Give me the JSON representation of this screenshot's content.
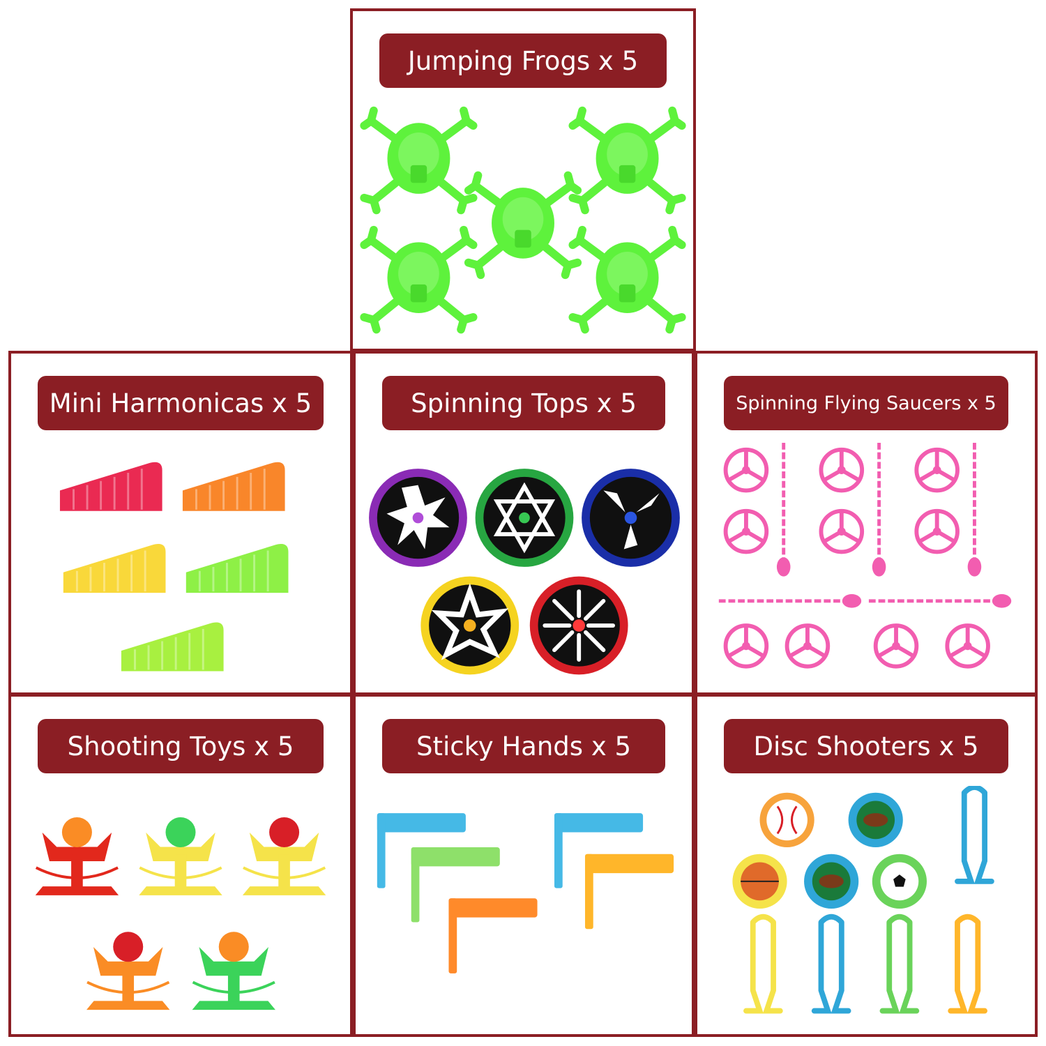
{
  "colors": {
    "frame": "#8b1e24",
    "label_bg": "#8b1e24",
    "label_text": "#ffffff",
    "background": "#ffffff"
  },
  "categories": [
    {
      "id": "frogs",
      "label": "Jumping Frogs x 5",
      "icon": "frog-icon",
      "item_colors": [
        "#5ef23c"
      ]
    },
    {
      "id": "harmonicas",
      "label": "Mini Harmonicas x 5",
      "icon": "harmonica-icon",
      "item_colors": [
        "#ea2a52",
        "#f9862a",
        "#f9d83a",
        "#8ef046",
        "#a8f040"
      ]
    },
    {
      "id": "tops",
      "label": "Spinning Tops x 5",
      "icon": "spinning-top-icon",
      "item_colors": [
        "#8a2bb5",
        "#27a641",
        "#1a2ea8",
        "#f5d320",
        "#d81f27"
      ]
    },
    {
      "id": "saucers",
      "label": "Spinning Flying Saucers x 5",
      "icon": "flying-saucer-icon",
      "item_colors": [
        "#f25db0"
      ]
    },
    {
      "id": "shooters",
      "label": "Shooting Toys x 5",
      "icon": "ball-launcher-icon",
      "item_colors": [
        "#e2281c",
        "#f5e34a",
        "#f5e34a",
        "#fa8c25",
        "#3bd35a"
      ]
    },
    {
      "id": "hands",
      "label": "Sticky Hands x 5",
      "icon": "sticky-hand-icon",
      "item_colors": [
        "#45b9e6",
        "#8ee06a",
        "#ff8a2a",
        "#45b9e6",
        "#ffb62a"
      ]
    },
    {
      "id": "discs",
      "label": "Disc Shooters x 5",
      "icon": "disc-shooter-icon",
      "item_colors": [
        "#f7a33c",
        "#2fa6d8",
        "#f5e34a",
        "#2fa6d8",
        "#6ad35a"
      ]
    }
  ]
}
